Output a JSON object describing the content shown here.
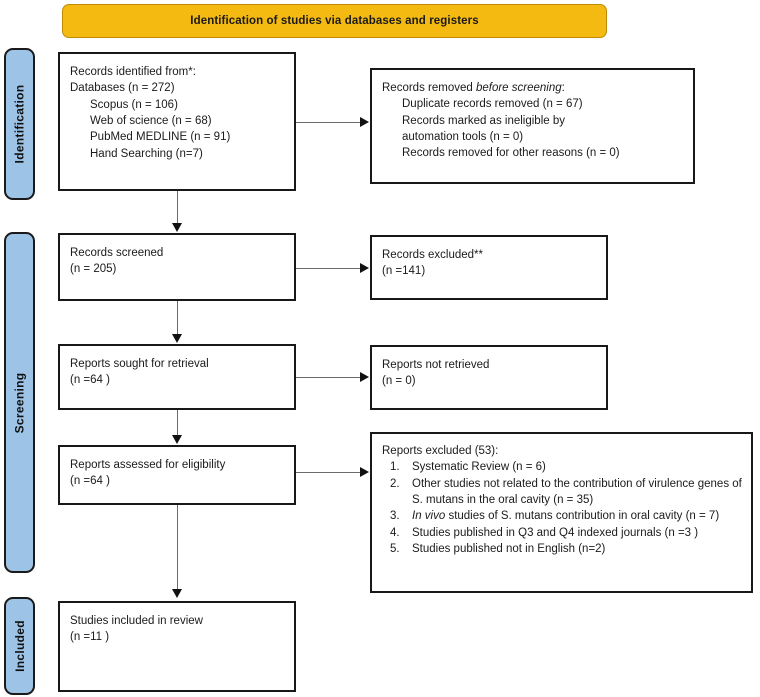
{
  "diagram": {
    "title": "Identification of studies via databases and registers",
    "colors": {
      "banner": "#F5BA12",
      "phase_tab": "#9DC3E6",
      "box_border": "#181818",
      "connector": "#6b6b6b"
    }
  },
  "phases": [
    {
      "id": "identification",
      "label": "Identification"
    },
    {
      "id": "screening",
      "label": "Screening"
    },
    {
      "id": "included",
      "label": "Included"
    }
  ],
  "boxes": {
    "identified": {
      "lines": [
        "Records identified from*:",
        "Databases (n = 272)",
        "Scopus (n = 106)",
        "Web of science (n = 68)",
        "PubMed MEDLINE (n = 91)",
        "Hand Searching (n=7)"
      ]
    },
    "removed": {
      "heading_plain": "Records removed ",
      "heading_italic": "before screening",
      "heading_tail": ":",
      "lines": [
        "Duplicate records removed (n = 67)",
        "Records marked as ineligible by",
        "automation tools (n = 0)",
        "Records removed for other reasons (n = 0)"
      ]
    },
    "screened": {
      "lines": [
        "Records screened",
        "(n = 205)"
      ]
    },
    "excluded": {
      "lines": [
        "Records excluded**",
        "(n =141)"
      ]
    },
    "sought": {
      "lines": [
        "Reports sought for retrieval",
        "(n =64 )"
      ]
    },
    "not_retrieved": {
      "lines": [
        "Reports not retrieved",
        "(n = 0)"
      ]
    },
    "eligibility": {
      "lines": [
        "Reports assessed for eligibility",
        "(n =64 )"
      ]
    },
    "reports_excluded": {
      "heading": "Reports excluded (53):",
      "items": [
        {
          "num": "1.",
          "text": "Systematic Review (n = 6)"
        },
        {
          "num": "2.",
          "text": "Other studies not related to the contribution of virulence genes of S. mutans in the oral cavity (n = 35)"
        },
        {
          "num": "3.",
          "italic_lead": "In vivo",
          "text": " studies of S. mutans contribution in oral cavity (n = 7)"
        },
        {
          "num": "4.",
          "text": "Studies published in Q3 and Q4 indexed journals (n =3 )"
        },
        {
          "num": "5.",
          "text": "Studies published not in English (n=2)"
        }
      ]
    },
    "included": {
      "lines": [
        "Studies included in review",
        "(n =11 )"
      ]
    }
  }
}
